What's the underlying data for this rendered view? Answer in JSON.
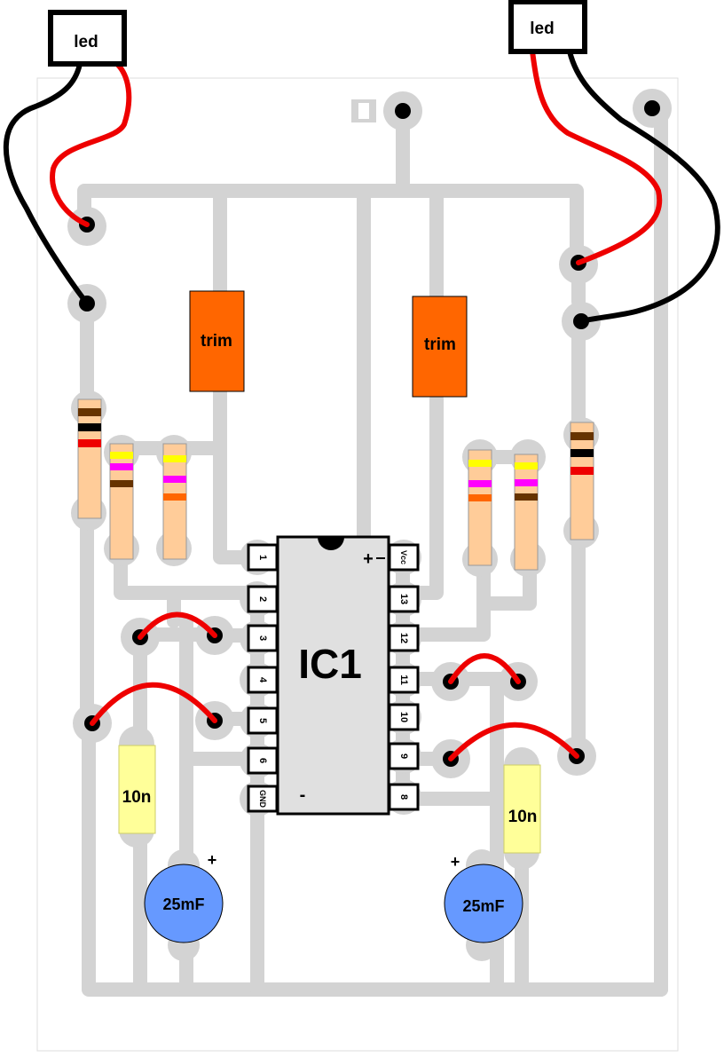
{
  "colors": {
    "trace": "#d3d3d3",
    "trim": "#ff6600",
    "resistor_body": "#ffcc99",
    "cap_ceramic": "#ffff99",
    "cap_electrolytic": "#6699ff",
    "wire_red": "#ee0000",
    "ic_body": "#e0e0e0"
  },
  "leds": {
    "left_label": "led",
    "right_label": "led"
  },
  "trimmers": {
    "left_label": "trim",
    "right_label": "trim"
  },
  "ic": {
    "label": "IC1",
    "left_pins": [
      "1",
      "2",
      "3",
      "4",
      "5",
      "6",
      "GND"
    ],
    "right_pins": [
      "Vcc",
      "13",
      "12",
      "11",
      "10",
      "9",
      "8"
    ],
    "plus_sign": "+",
    "minus_sign": "-"
  },
  "capacitors": {
    "left_ceramic": "10n",
    "right_ceramic": "10n",
    "left_electrolytic": "25mF",
    "right_electrolytic": "25mF",
    "polarity": "+"
  },
  "icons": {
    "power_terminal": "terminal-icon",
    "resistor": "resistor-icon"
  }
}
